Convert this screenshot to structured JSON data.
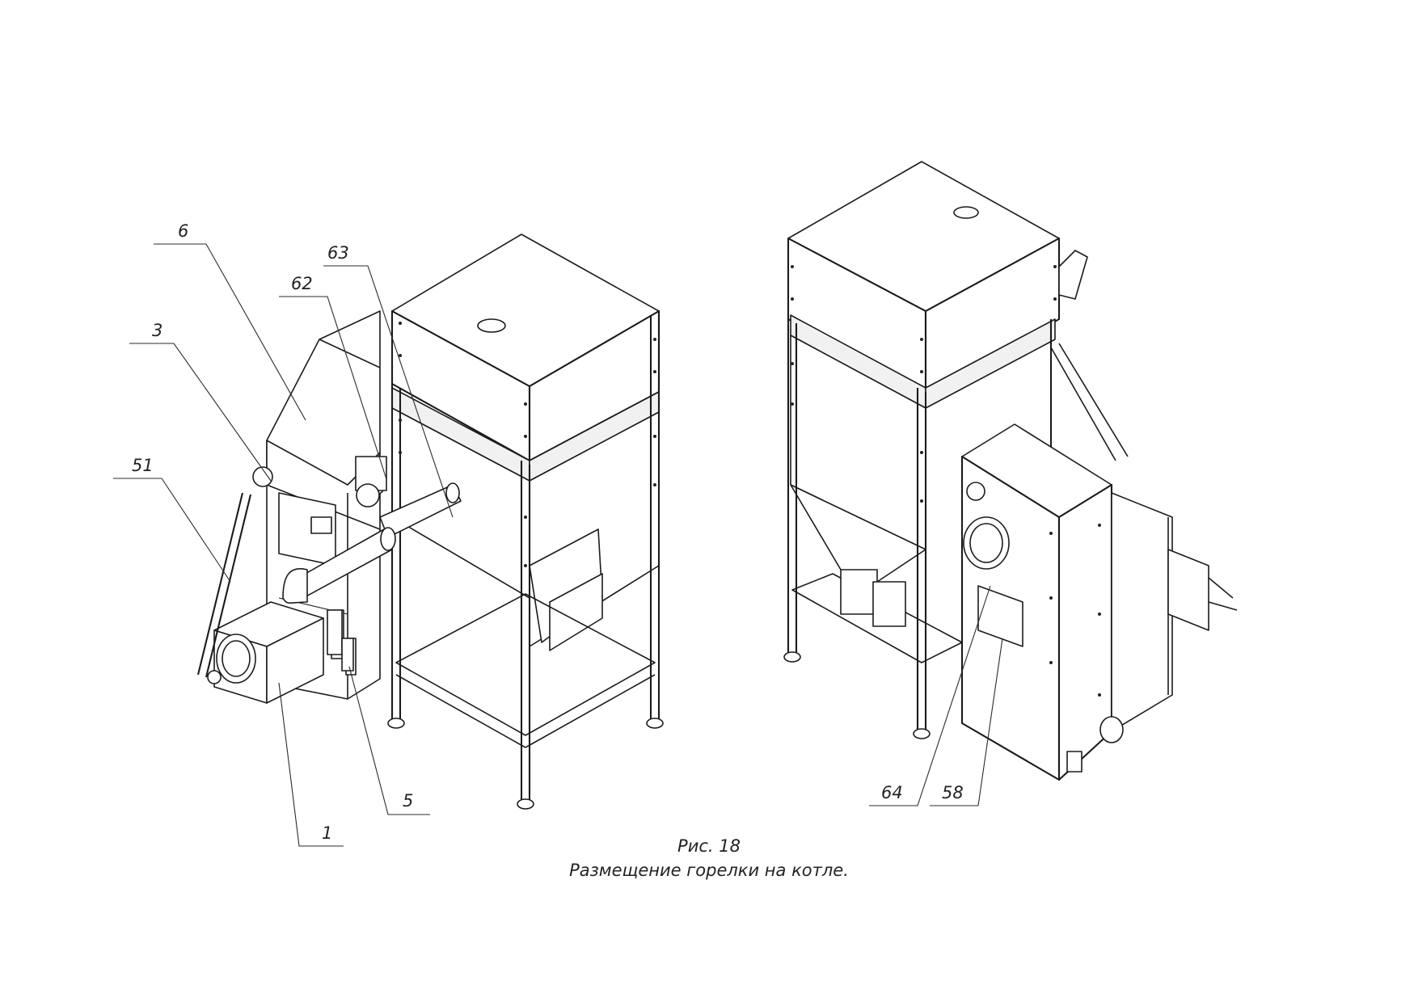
{
  "figure": {
    "caption_number": "Рис. 18",
    "caption_text": "Размещение горелки на котле."
  },
  "callouts": {
    "c6": "6",
    "c63": "63",
    "c62": "62",
    "c3": "3",
    "c51": "51",
    "c5": "5",
    "c1": "1",
    "c64": "64",
    "c58": "58"
  }
}
